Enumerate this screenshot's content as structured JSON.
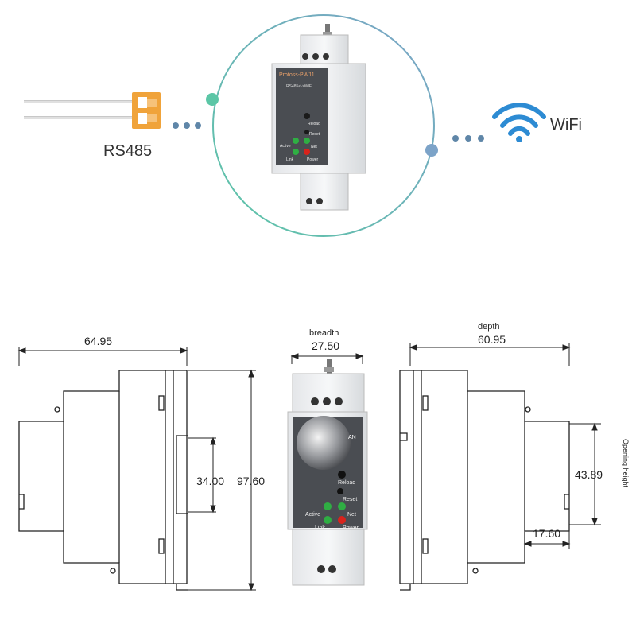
{
  "top": {
    "rs485_label": "RS485",
    "wifi_label": "WiFi",
    "device": {
      "model": "Protoss-PW11",
      "subtitle": "RS485<->WIFI",
      "labels": {
        "reload": "Reload",
        "reset": "Reset",
        "active": "Active",
        "net": "Net",
        "link": "Link",
        "power": "Power"
      }
    }
  },
  "drawings": {
    "side_left": {
      "width": "64.95",
      "inner_height": "34.00",
      "height": "97.60"
    },
    "front": {
      "breadth_label": "breadth",
      "breadth": "27.50",
      "labels": {
        "an": "AN",
        "reload": "Reload",
        "reset": "Reset",
        "active": "Active",
        "net": "Net",
        "link": "Link",
        "power": "Power"
      }
    },
    "side_right": {
      "depth_label": "depth",
      "depth": "60.95",
      "opening_height": "43.89",
      "opening_height_label": "Opening height",
      "rail": "17.60"
    }
  },
  "colors": {
    "circle_teal": "#5bc6a6",
    "circle_blue": "#7ca3c8",
    "dots": "#5f86a8",
    "wifi": "#2d8bd3",
    "connector": "#f0a33a",
    "led_green": "#2fae43",
    "led_red": "#d8231c",
    "panel_dark": "#4a4d52"
  }
}
